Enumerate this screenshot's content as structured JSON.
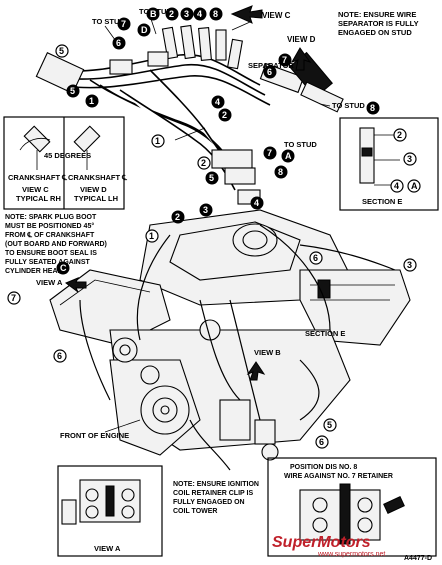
{
  "labels": {
    "to_stud_1": "TO STUD",
    "to_stud_2": "TO STUD",
    "to_stud_3": "TO STUD",
    "to_stud_4": "TO STUD",
    "view_c": "VIEW C",
    "view_d": "VIEW D",
    "view_a": "VIEW A",
    "view_b": "VIEW B",
    "separator": "SEPARATOR",
    "note_wire_separator": [
      "NOTE: ENSURE WIRE",
      "SEPARATOR IS FULLY",
      "ENGAGED ON STUD"
    ],
    "deg45": "45 DEGREES",
    "crankshaft_c": "CRANKSHAFT ℄",
    "crankshaft_d": "CRANKSHAFT ℄",
    "view_c_rh": [
      "VIEW C",
      "TYPICAL RH"
    ],
    "view_d_lh": [
      "VIEW D",
      "TYPICAL LH"
    ],
    "section_e": "SECTION E",
    "section_e_main": "SECTION E",
    "note_spark_boot": [
      "NOTE: SPARK PLUG BOOT",
      "MUST BE POSITIONED 45°",
      "FROM ℄ OF CRANKSHAFT",
      "(OUT BOARD AND FORWARD)",
      "TO ENSURE BOOT SEAL IS",
      "FULLY SEATED AGAINST",
      "CYLINDER HEAD."
    ],
    "front_of_engine": "FRONT OF ENGINE",
    "note_ignition_coil": [
      "NOTE: ENSURE IGNITION",
      "COIL RETAINER CLIP IS",
      "FULLY ENGAGED ON",
      "COIL TOWER"
    ],
    "position_dis": [
      "POSITION DIS NO. 8",
      "WIRE AGAINST NO. 7 RETAINER"
    ],
    "part_code": "A4477-D",
    "watermark_brand": "SuperMotors",
    "watermark_url": "www.supermotors.net"
  },
  "callouts": {
    "top_black": [
      "2",
      "3",
      "4",
      "8",
      "7",
      "6",
      "1",
      "5",
      "4",
      "2",
      "6",
      "5",
      "7",
      "8",
      "8",
      "7",
      "2",
      "3",
      "4"
    ],
    "black_letters": [
      "B",
      "D",
      "C",
      "A"
    ],
    "white_numbers": [
      "5",
      "1",
      "2",
      "3",
      "4",
      "A",
      "7",
      "6",
      "3",
      "6",
      "5",
      "6",
      "2",
      "1"
    ],
    "white_letters": [
      "A"
    ]
  }
}
